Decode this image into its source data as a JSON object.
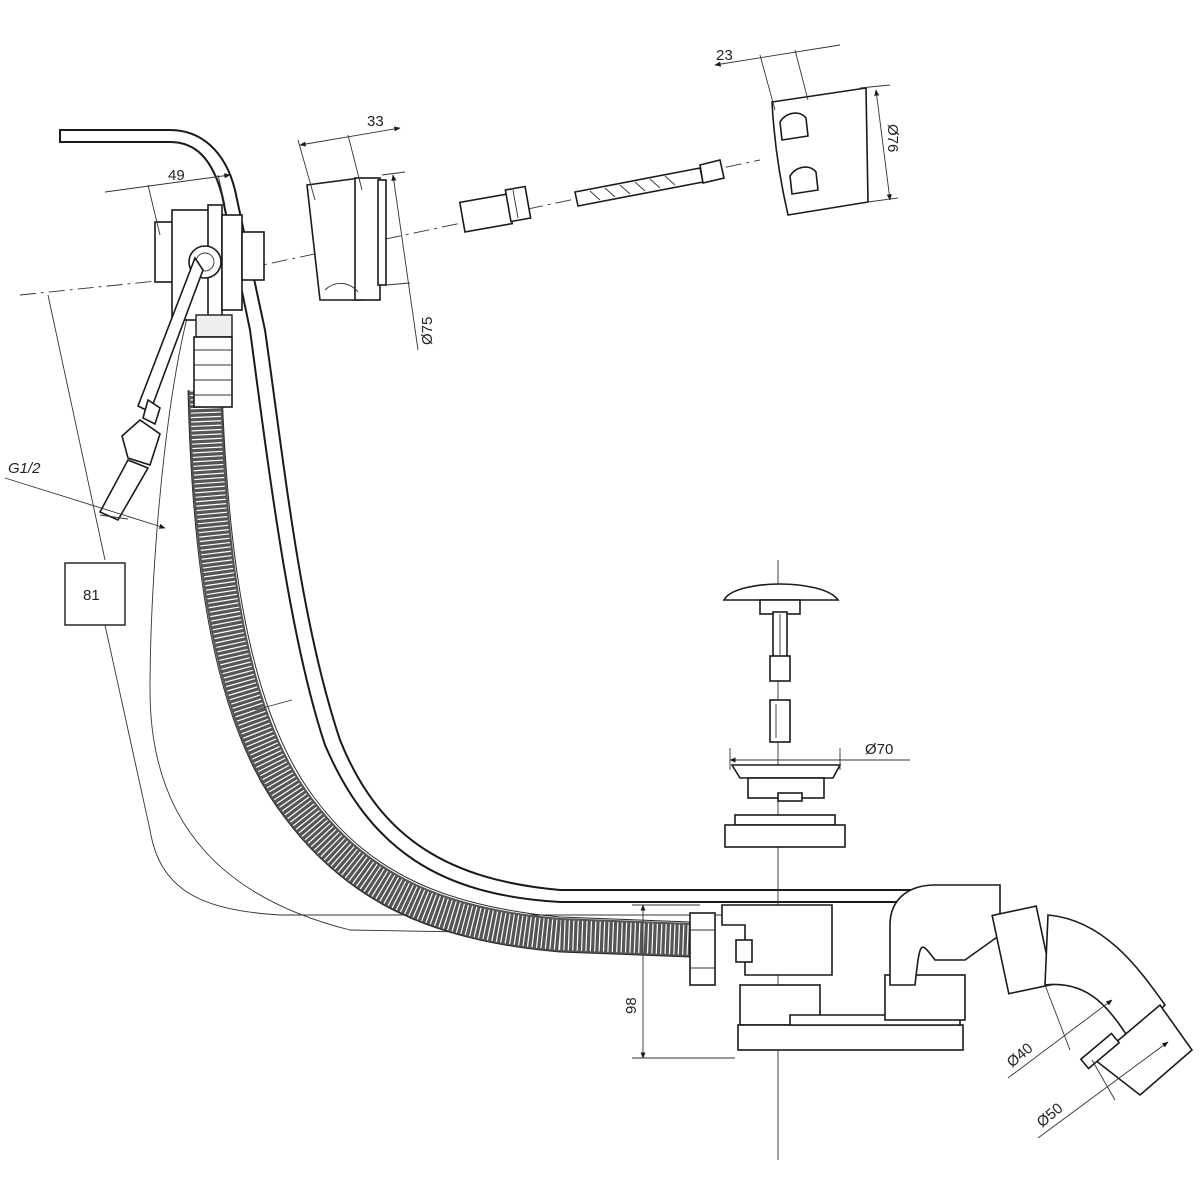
{
  "dimensions": {
    "d_23": "23",
    "d_33": "33",
    "d_49": "49",
    "d_o76": "Ø76",
    "d_o75": "Ø75",
    "d_g12": "G1/2",
    "d_81": "81",
    "d_o70": "Ø70",
    "d_98": "98",
    "d_o40": "Ø40",
    "d_o50": "Ø50"
  }
}
